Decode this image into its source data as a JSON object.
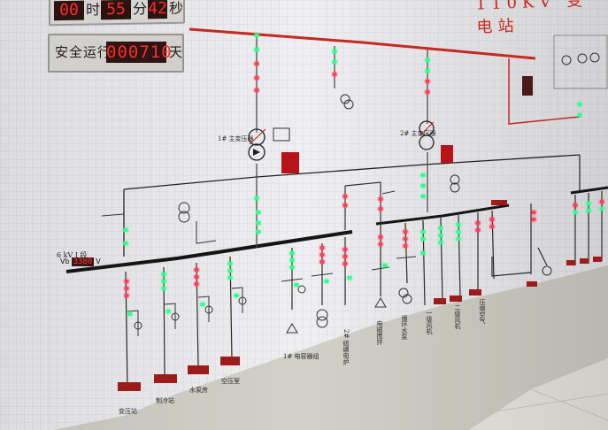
{
  "clock": {
    "hours": "00",
    "hour_unit": "时",
    "minutes": "55",
    "minute_unit": "分",
    "seconds": "42",
    "second_unit": "秒"
  },
  "safe_run": {
    "label": "安全运行",
    "days": "000710",
    "unit": "天"
  },
  "title": "110KV 变电站",
  "bus_label": "6 kV I 段",
  "bus_voltage": {
    "prefix": "Vb",
    "value": "3380",
    "unit": "V"
  },
  "transformer_labels": [
    "1# 主变压器",
    "2# 主变压器"
  ],
  "feeder_labels": [
    "变压站",
    "制冷站",
    "水泵房",
    "空压室",
    "1# 电容器组",
    "2# 硫磺电炉",
    "电磁搅拌",
    "循环水泵",
    "一级风机",
    "二级风机",
    "压缩空气"
  ],
  "indicator_colors": {
    "closed": "#ff3f5a",
    "open": "#2dff8a",
    "bus": "#c42a22",
    "busbar": "#151515"
  }
}
